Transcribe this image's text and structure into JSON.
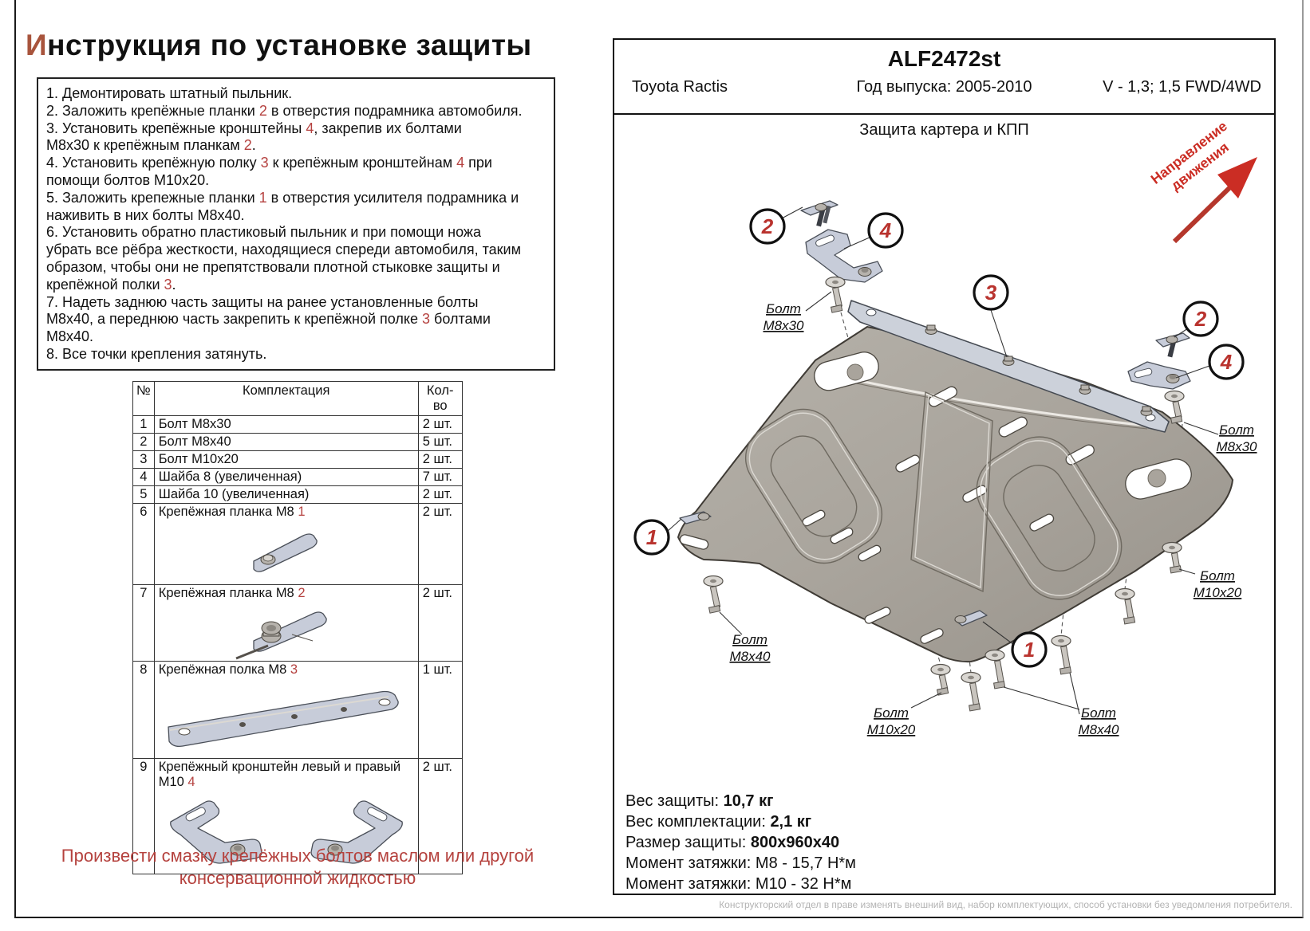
{
  "page": {
    "title_first": "И",
    "title_rest": "нструкция по установке защиты"
  },
  "instructions": {
    "lines": [
      [
        {
          "t": "1. Демонтировать штатный пыльник."
        }
      ],
      [
        {
          "t": "2. Заложить крепёжные планки "
        },
        {
          "t": "2",
          "red": true
        },
        {
          "t": " в отверстия подрамника автомобиля."
        }
      ],
      [
        {
          "t": "3. Установить крепёжные кронштейны "
        },
        {
          "t": "4",
          "red": true
        },
        {
          "t": ", закрепив их болтами"
        }
      ],
      [
        {
          "t": "М8х30 к крепёжным планкам "
        },
        {
          "t": "2",
          "red": true
        },
        {
          "t": "."
        }
      ],
      [
        {
          "t": "4. Установить крепёжную полку "
        },
        {
          "t": "3",
          "red": true
        },
        {
          "t": " к крепёжным кронштейнам "
        },
        {
          "t": "4",
          "red": true
        },
        {
          "t": " при"
        }
      ],
      [
        {
          "t": "помощи болтов М10х20."
        }
      ],
      [
        {
          "t": "5. Заложить крепежные планки "
        },
        {
          "t": "1",
          "red": true
        },
        {
          "t": " в отверстия усилителя подрамника и"
        }
      ],
      [
        {
          "t": "наживить в них болты М8х40."
        }
      ],
      [
        {
          "t": "6. Установить обратно пластиковый пыльник и при помощи ножа"
        }
      ],
      [
        {
          "t": "убрать все рёбра жесткости, находящиеся спереди автомобиля, таким"
        }
      ],
      [
        {
          "t": "образом, чтобы они не препятствовали плотной стыковке защиты и"
        }
      ],
      [
        {
          "t": "крепёжной полки "
        },
        {
          "t": "3",
          "red": true
        },
        {
          "t": "."
        }
      ],
      [
        {
          "t": "7. Надеть заднюю часть защиты на ранее установленные болты"
        }
      ],
      [
        {
          "t": "М8х40, а переднюю часть закрепить к крепёжной полке "
        },
        {
          "t": "3",
          "red": true
        },
        {
          "t": " болтами"
        }
      ],
      [
        {
          "t": "М8х40."
        }
      ],
      [
        {
          "t": "8. Все точки крепления затянуть."
        }
      ]
    ]
  },
  "parts_table": {
    "headers": [
      "№",
      "Комплектация",
      "Кол-во"
    ],
    "rows": [
      {
        "num": "1",
        "name": [
          {
            "t": "Болт М8х30"
          }
        ],
        "qty": "2 шт."
      },
      {
        "num": "2",
        "name": [
          {
            "t": "Болт М8х40"
          }
        ],
        "qty": "5 шт."
      },
      {
        "num": "3",
        "name": [
          {
            "t": "Болт М10х20"
          }
        ],
        "qty": "2 шт."
      },
      {
        "num": "4",
        "name": [
          {
            "t": "Шайба 8 (увеличенная)"
          }
        ],
        "qty": "7 шт."
      },
      {
        "num": "5",
        "name": [
          {
            "t": "Шайба 10 (увеличенная)"
          }
        ],
        "qty": "2 шт."
      },
      {
        "num": "6",
        "name": [
          {
            "t": "Крепёжная планка М8 "
          },
          {
            "t": "1",
            "red": true
          }
        ],
        "qty": "2 шт."
      },
      {
        "num": "7",
        "name": [
          {
            "t": "Крепёжная планка М8 "
          },
          {
            "t": "2",
            "red": true
          }
        ],
        "qty": "2 шт."
      },
      {
        "num": "8",
        "name": [
          {
            "t": "Крепёжная полка М8 "
          },
          {
            "t": "3",
            "red": true
          }
        ],
        "qty": "1 шт."
      },
      {
        "num": "9",
        "name": [
          {
            "t": "Крепёжный кронштейн левый и правый М10 "
          },
          {
            "t": "4",
            "red": true
          }
        ],
        "qty": "2 шт."
      }
    ]
  },
  "lubrication_note": {
    "line1": "Произвести смазку крепёжных болтов маслом или другой",
    "line2": "консервационной жидкостью"
  },
  "header": {
    "part_number": "ALF2472st",
    "car_model": "Toyota Ractis",
    "year": "Год выпуска: 2005-2010",
    "engine": "V - 1,3; 1,5 FWD/4WD",
    "drawing_title": "Защита картера и КПП"
  },
  "direction": {
    "line1": "Направление",
    "line2": "движения"
  },
  "diagram": {
    "callouts": {
      "c2a": "2",
      "c4a": "4",
      "c3": "3",
      "c2b": "2",
      "c4b": "4",
      "c1a": "1",
      "c1b": "1"
    },
    "labels": {
      "m8x30_left": {
        "line1": "Болт",
        "line2": "М8х30"
      },
      "m8x30_right": {
        "line1": "Болт",
        "line2": "М8х30"
      },
      "m10x20_right": {
        "line1": "Болт",
        "line2": "М10х20"
      },
      "m8x40_left": {
        "line1": "Болт",
        "line2": "М8х40"
      },
      "m10x20_bottom": {
        "line1": "Болт",
        "line2": "М10х20"
      },
      "m8x40_bottom": {
        "line1": "Болт",
        "line2": "М8х40"
      }
    }
  },
  "specs": {
    "rows": [
      {
        "label": "Вес защиты: ",
        "value": "10,7 кг",
        "bold": true
      },
      {
        "label": "Вес комплектации: ",
        "value": "2,1 кг",
        "bold": true
      },
      {
        "label": "Размер защиты: ",
        "value": "800х960х40",
        "bold": true
      },
      {
        "label": "Момент затяжки:  ",
        "value": "М8 - 15,7 Н*м",
        "bold": false
      },
      {
        "label": "Момент затяжки:  ",
        "value": "М10 - 32 Н*м",
        "bold": false
      }
    ]
  },
  "footer_note": "Конструкторский отдел в праве изменять внешний вид, набор комплектующих, способ установки без уведомления потребителя.",
  "colors": {
    "accent_red": "#b5413f",
    "callout_red": "#b9332e",
    "direction_red": "#cb2d24",
    "title_letter": "#a8543c",
    "plate_gray": "#a9a49c",
    "steel_blue_gray": "#c7ccd9"
  }
}
